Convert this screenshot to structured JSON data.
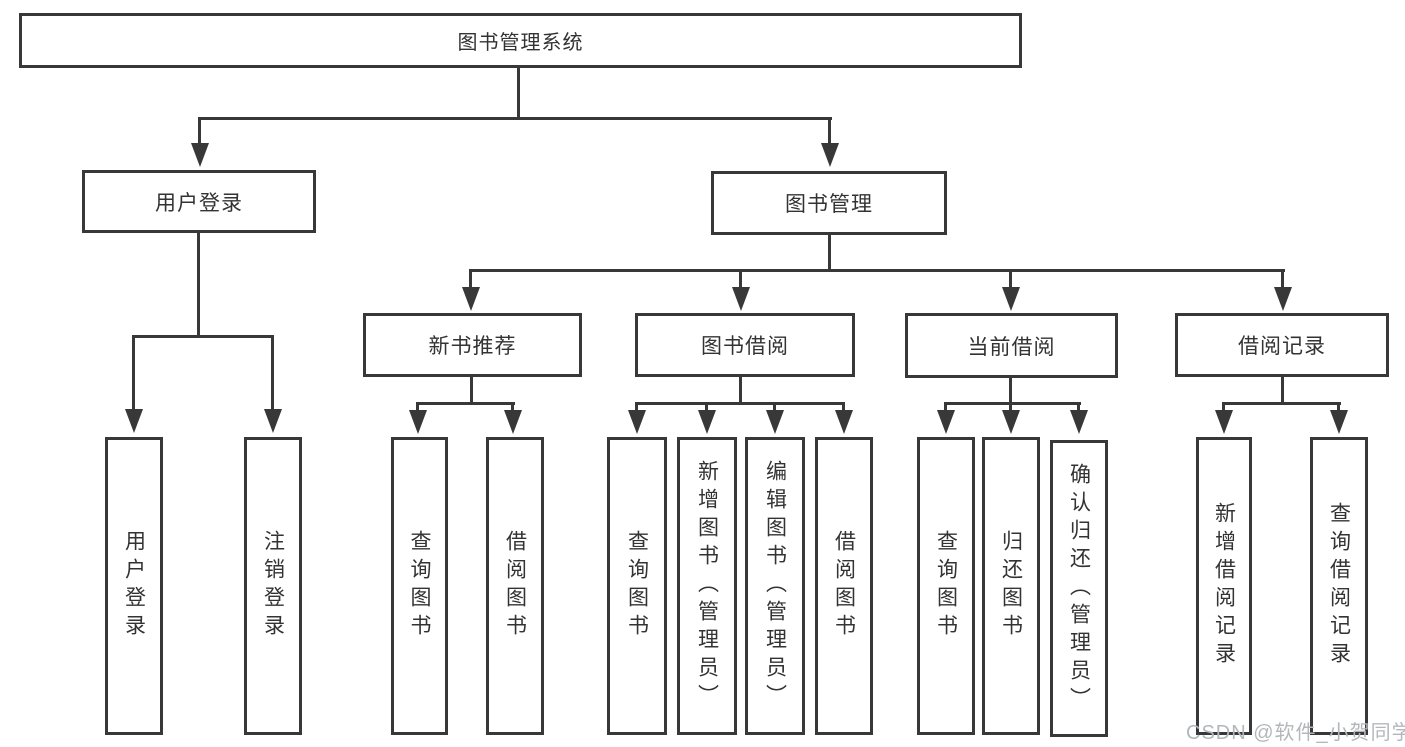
{
  "colors": {
    "line": "#383838",
    "text": "#333333",
    "background": "#ffffff",
    "watermark": "#b3b7bc"
  },
  "tree": {
    "root": {
      "label": "图书管理系统"
    },
    "branches": [
      {
        "label": "用户登录",
        "children": [
          {
            "label": "用户登录"
          },
          {
            "label": "注销登录"
          }
        ]
      },
      {
        "label": "图书管理",
        "children": [
          {
            "label": "新书推荐",
            "children": [
              {
                "label": "查询图书"
              },
              {
                "label": "借阅图书"
              }
            ]
          },
          {
            "label": "图书借阅",
            "children": [
              {
                "label": "查询图书"
              },
              {
                "label": "新增图书（管理员）"
              },
              {
                "label": "编辑图书（管理员）"
              },
              {
                "label": "借阅图书"
              }
            ]
          },
          {
            "label": "当前借阅",
            "children": [
              {
                "label": "查询图书"
              },
              {
                "label": "归还图书"
              },
              {
                "label": "确认归还（管理员）"
              }
            ]
          },
          {
            "label": "借阅记录",
            "children": [
              {
                "label": "新增借阅记录"
              },
              {
                "label": "查询借阅记录"
              }
            ]
          }
        ]
      }
    ]
  },
  "watermark": {
    "text": "CSDN @软件_小贺同学"
  }
}
